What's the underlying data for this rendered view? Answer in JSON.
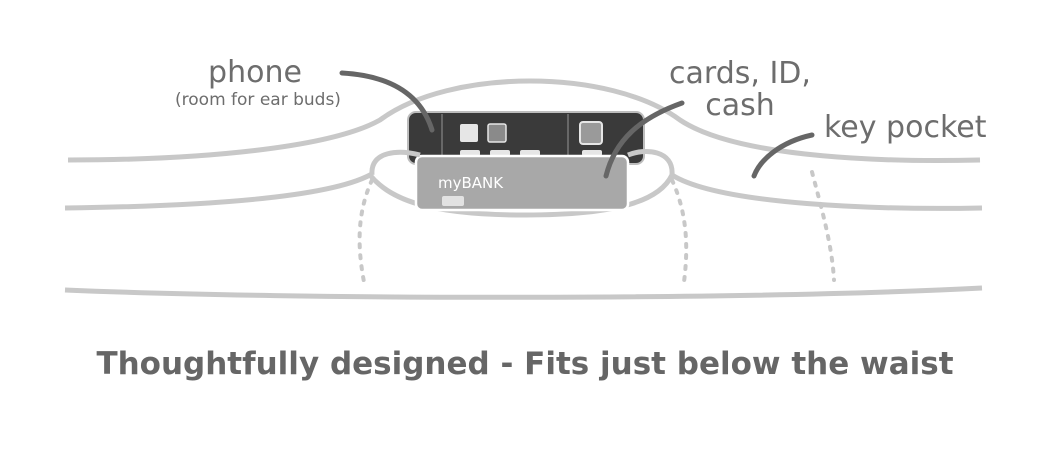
{
  "labels": {
    "phone": "phone",
    "phone_note": "(room for ear buds)",
    "cards": "cards, ID,\ncash",
    "key_pocket": "key pocket"
  },
  "card_brand": "myBANK",
  "caption": "Thoughtfully designed - Fits just below the waist",
  "colors": {
    "outline": "#c8c8c8",
    "label_text": "#6d6d6d",
    "caption_text": "#666666",
    "phone_body": "#3a3a3a",
    "card_body": "#a8a8a8"
  }
}
